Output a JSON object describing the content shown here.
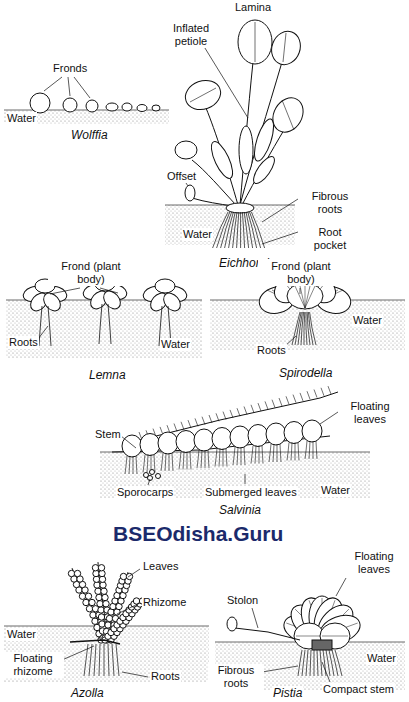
{
  "diagram": {
    "labels": [
      "Fronds",
      "Water",
      "Wolffia",
      "Lamina",
      "Inflated petiole",
      "Offset",
      "Fibrous roots",
      "Water",
      "Root pocket",
      "Eichhornia",
      "Frond (plant body)",
      "Roots",
      "Water",
      "Lemna",
      "Frond (plant body)",
      "Water",
      "Roots",
      "Spirodella",
      "Floating leaves",
      "Stem",
      "Sporocarps",
      "Submerged leaves",
      "Water",
      "Salvinia",
      "BSEOdisha.Guru",
      "Leaves",
      "Rhizome",
      "Water",
      "Floating rhizome",
      "Roots",
      "Azolla",
      "Stolon",
      "Floating leaves",
      "Water",
      "Fibrous roots",
      "Compact stem",
      "Pistia"
    ]
  }
}
